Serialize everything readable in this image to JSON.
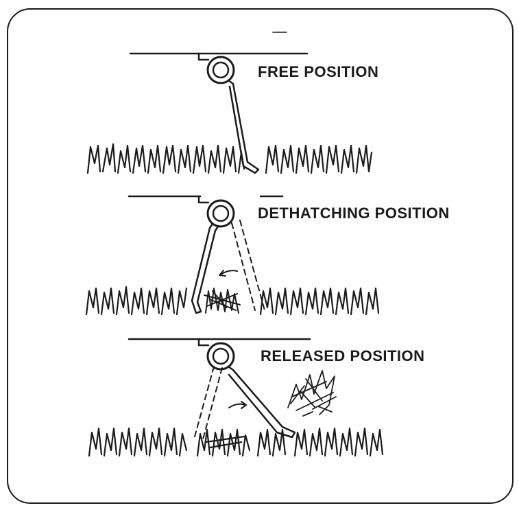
{
  "labels": {
    "free": "FREE POSITION",
    "dethatching": "DETHATCHING POSITION",
    "released": "RELEASED POSITION"
  },
  "colors": {
    "ink": "#1a1a1a",
    "background": "#ffffff"
  }
}
